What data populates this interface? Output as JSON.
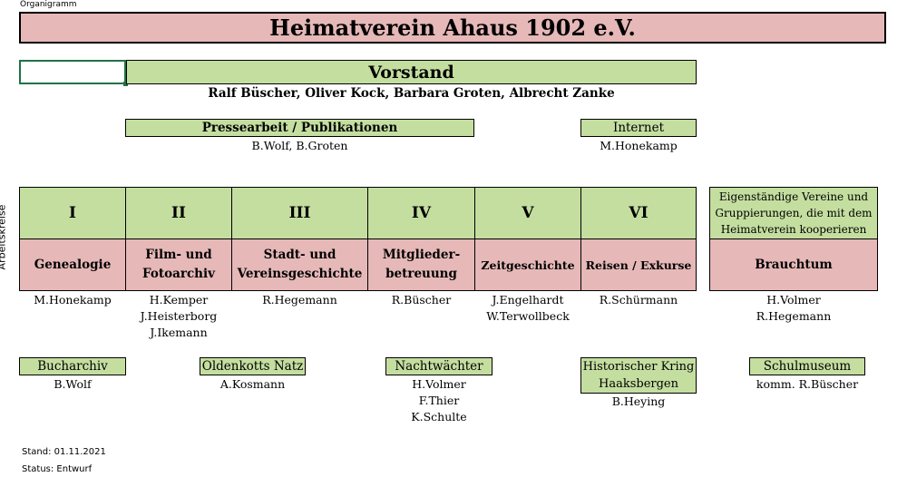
{
  "header_label": "Organigramm",
  "title": "Heimatverein Ahaus 1902 e.V.",
  "vorstand": {
    "label": "Vorstand",
    "members": "Ralf Büscher, Oliver Kock, Barbara Groten, Albrecht Zanke"
  },
  "presse": {
    "label": "Pressearbeit / Publikationen",
    "names": "B.Wolf, B.Groten"
  },
  "internet": {
    "label": "Internet",
    "names": "M.Honekamp"
  },
  "side_label": "Arbeitskreise",
  "arbeitskreise": [
    {
      "num": "I",
      "name": "Genealogie",
      "members": [
        "M.Honekamp"
      ]
    },
    {
      "num": "II",
      "name": "Film- und Fotoarchiv",
      "members": [
        "H.Kemper",
        "J.Heisterborg",
        "J.Ikemann"
      ]
    },
    {
      "num": "III",
      "name": "Stadt- und Vereinsgeschichte",
      "members": [
        "R.Hegemann"
      ]
    },
    {
      "num": "IV",
      "name": "Mitglieder-betreuung",
      "members": [
        "R.Büscher"
      ]
    },
    {
      "num": "V",
      "name": "Zeitgeschichte",
      "members": [
        "J.Engelhardt",
        "W.Terwollbeck"
      ]
    },
    {
      "num": "VI",
      "name": "Reisen / Exkurse",
      "members": [
        "R.Schürmann"
      ]
    }
  ],
  "eigenstaendig": {
    "label": "Eigenständige Vereine und Gruppierungen, die mit dem Heimatverein kooperieren",
    "name": "Brauchtum",
    "members": [
      "H.Volmer",
      "R.Hegemann"
    ]
  },
  "gruppen": [
    {
      "label": "Bucharchiv",
      "members": [
        "B.Wolf"
      ]
    },
    {
      "label": "Oldenkotts Natz",
      "members": [
        "A.Kosmann"
      ]
    },
    {
      "label": "Nachtwächter",
      "members": [
        "H.Volmer",
        "F.Thier",
        "K.Schulte"
      ]
    },
    {
      "label": "Historischer Kring Haaksbergen",
      "members": [
        "B.Heying"
      ]
    },
    {
      "label": "Schulmuseum",
      "members": [
        "komm. R.Büscher"
      ]
    }
  ],
  "footer": {
    "stand": "Stand: 01.11.2021",
    "status": "Status: Entwurf"
  }
}
